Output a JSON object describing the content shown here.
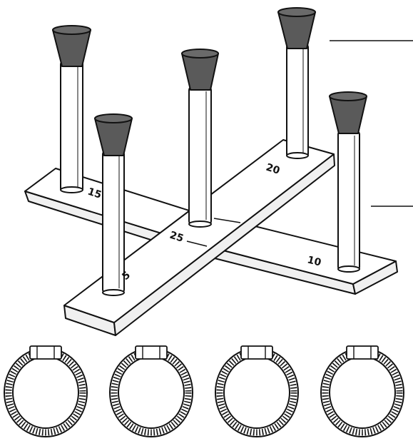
{
  "game": {
    "pegs": [
      {
        "label": "15"
      },
      {
        "label": "20"
      },
      {
        "label": "25"
      },
      {
        "label": "10"
      },
      {
        "label": "5"
      }
    ],
    "rings_count": 4
  }
}
